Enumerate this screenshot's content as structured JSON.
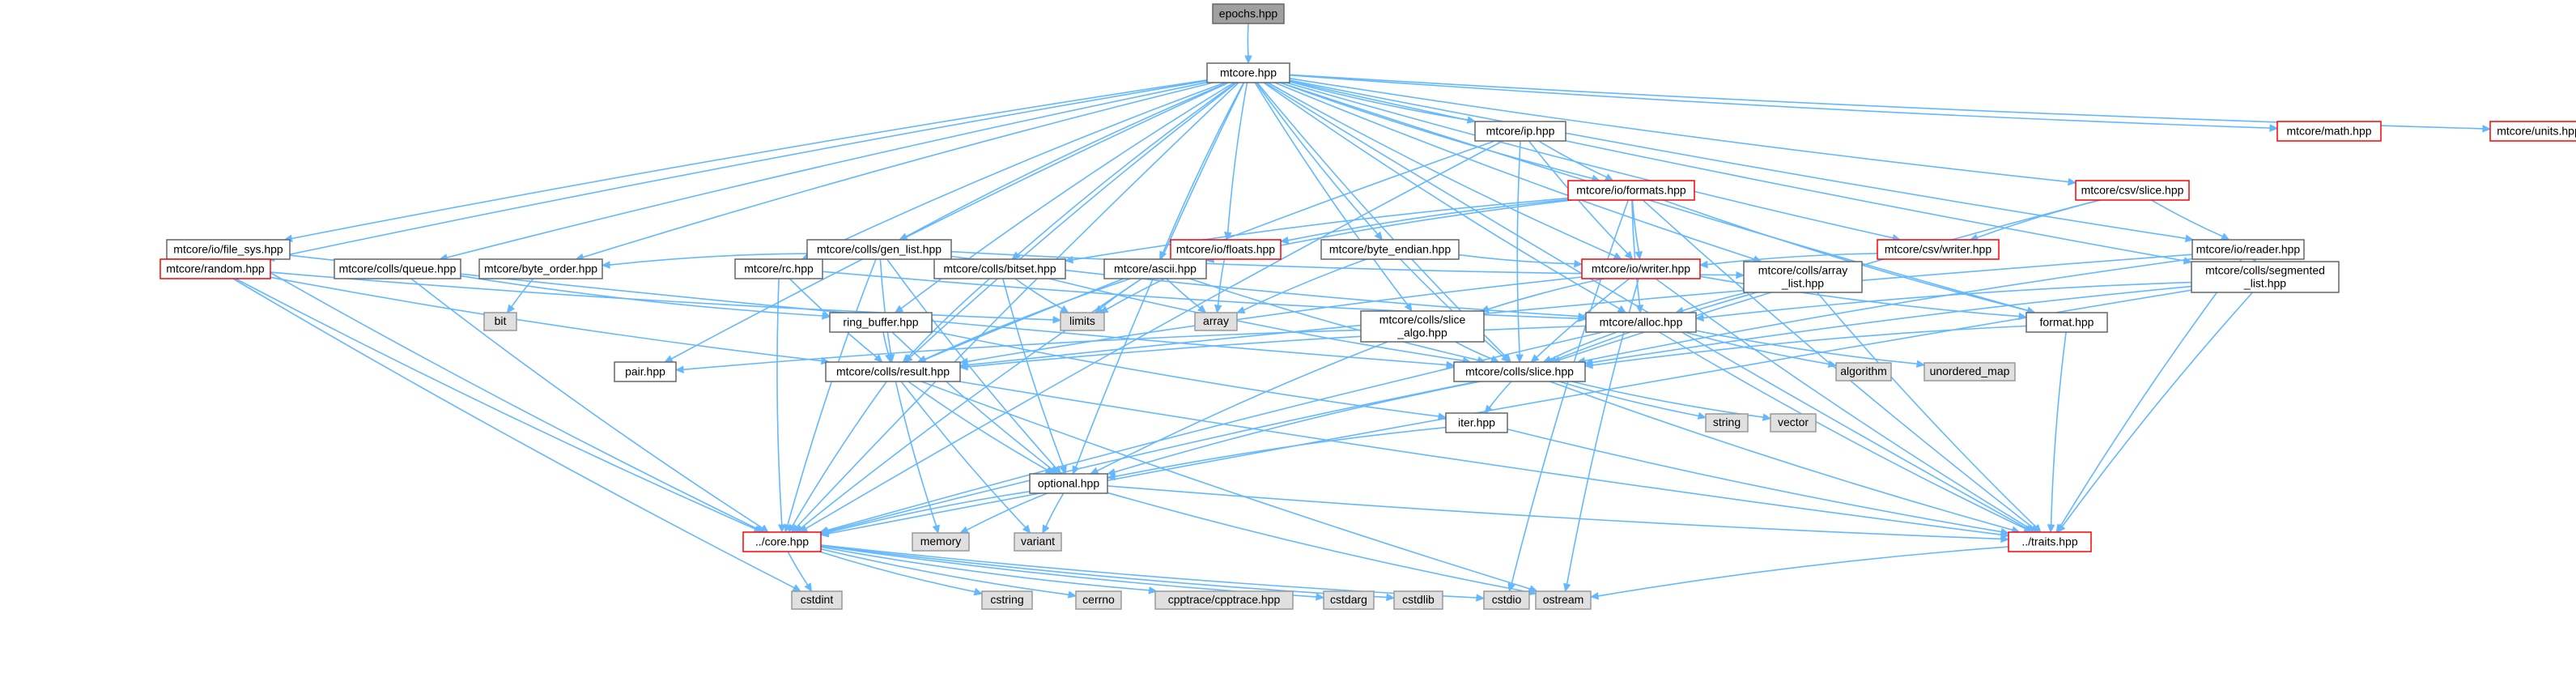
{
  "diagram": {
    "type": "include-dependency-graph",
    "colors": {
      "root_fill": "#a0a0a0",
      "root_stroke": "#666666",
      "file_fill": "#ffffff",
      "file_stroke": "#666666",
      "truncated_stroke": "#ff0000",
      "system_fill": "#e0e0e0",
      "system_stroke": "#999999",
      "edge": "#63b8ff"
    },
    "nodes": [
      {
        "id": "epochs",
        "label": "epochs.hpp",
        "kind": "root"
      },
      {
        "id": "mtcore",
        "label": "mtcore.hpp",
        "kind": "file"
      },
      {
        "id": "ip",
        "label": "mtcore/ip.hpp",
        "kind": "file"
      },
      {
        "id": "math",
        "label": "mtcore/math.hpp",
        "kind": "truncated"
      },
      {
        "id": "units",
        "label": "mtcore/units.hpp",
        "kind": "truncated"
      },
      {
        "id": "formats",
        "label": "mtcore/io/formats.hpp",
        "kind": "truncated"
      },
      {
        "id": "csvslice",
        "label": "mtcore/csv/slice.hpp",
        "kind": "truncated"
      },
      {
        "id": "filesys",
        "label": "mtcore/io/file_sys.hpp",
        "kind": "file"
      },
      {
        "id": "genlist",
        "label": "mtcore/colls/gen_list.hpp",
        "kind": "file"
      },
      {
        "id": "floats",
        "label": "mtcore/io/floats.hpp",
        "kind": "truncated"
      },
      {
        "id": "byteendian",
        "label": "mtcore/byte_endian.hpp",
        "kind": "file"
      },
      {
        "id": "csvwriter",
        "label": "mtcore/csv/writer.hpp",
        "kind": "truncated"
      },
      {
        "id": "reader",
        "label": "mtcore/io/reader.hpp",
        "kind": "file"
      },
      {
        "id": "random",
        "label": "mtcore/random.hpp",
        "kind": "truncated"
      },
      {
        "id": "queue",
        "label": "mtcore/colls/queue.hpp",
        "kind": "file"
      },
      {
        "id": "byteorder",
        "label": "mtcore/byte_order.hpp",
        "kind": "file"
      },
      {
        "id": "rc",
        "label": "mtcore/rc.hpp",
        "kind": "file"
      },
      {
        "id": "bitset",
        "label": "mtcore/colls/bitset.hpp",
        "kind": "file"
      },
      {
        "id": "ascii",
        "label": "mtcore/ascii.hpp",
        "kind": "file"
      },
      {
        "id": "iowriter",
        "label": "mtcore/io/writer.hpp",
        "kind": "truncated"
      },
      {
        "id": "array",
        "label": [
          "mtcore/colls/array",
          "_list.hpp"
        ],
        "kind": "file"
      },
      {
        "id": "segmented",
        "label": [
          "mtcore/colls/segmented",
          "_list.hpp"
        ],
        "kind": "file"
      },
      {
        "id": "bit",
        "label": "bit",
        "kind": "system"
      },
      {
        "id": "limits",
        "label": "limits",
        "kind": "system"
      },
      {
        "id": "arraystd",
        "label": "array",
        "kind": "system"
      },
      {
        "id": "ringbuffer",
        "label": "ring_buffer.hpp",
        "kind": "file"
      },
      {
        "id": "slicealgo",
        "label": [
          "mtcore/colls/slice",
          "_algo.hpp"
        ],
        "kind": "file"
      },
      {
        "id": "alloc",
        "label": "mtcore/alloc.hpp",
        "kind": "file"
      },
      {
        "id": "format",
        "label": "format.hpp",
        "kind": "file"
      },
      {
        "id": "pair",
        "label": "pair.hpp",
        "kind": "file"
      },
      {
        "id": "result",
        "label": "mtcore/colls/result.hpp",
        "kind": "file"
      },
      {
        "id": "slice",
        "label": "mtcore/colls/slice.hpp",
        "kind": "file"
      },
      {
        "id": "algorithm",
        "label": "algorithm",
        "kind": "system"
      },
      {
        "id": "unorderedmap",
        "label": "unordered_map",
        "kind": "system"
      },
      {
        "id": "string",
        "label": "string",
        "kind": "system"
      },
      {
        "id": "vector",
        "label": "vector",
        "kind": "system"
      },
      {
        "id": "iter",
        "label": "iter.hpp",
        "kind": "file"
      },
      {
        "id": "optional",
        "label": "optional.hpp",
        "kind": "file"
      },
      {
        "id": "core",
        "label": "../core.hpp",
        "kind": "truncated"
      },
      {
        "id": "memory",
        "label": "memory",
        "kind": "system"
      },
      {
        "id": "variant",
        "label": "variant",
        "kind": "system"
      },
      {
        "id": "traits",
        "label": "../traits.hpp",
        "kind": "truncated"
      },
      {
        "id": "cstdint",
        "label": "cstdint",
        "kind": "system"
      },
      {
        "id": "cstring",
        "label": "cstring",
        "kind": "system"
      },
      {
        "id": "cerrno",
        "label": "cerrno",
        "kind": "system"
      },
      {
        "id": "cpptrace",
        "label": "cpptrace/cpptrace.hpp",
        "kind": "system"
      },
      {
        "id": "cstdarg",
        "label": "cstdarg",
        "kind": "system"
      },
      {
        "id": "cstdlib",
        "label": "cstdlib",
        "kind": "system"
      },
      {
        "id": "cstdio",
        "label": "cstdio",
        "kind": "system"
      },
      {
        "id": "ostream",
        "label": "ostream",
        "kind": "system"
      }
    ],
    "edges": [
      [
        "epochs",
        "mtcore"
      ],
      [
        "mtcore",
        "ip"
      ],
      [
        "mtcore",
        "math"
      ],
      [
        "mtcore",
        "units"
      ],
      [
        "mtcore",
        "formats"
      ],
      [
        "mtcore",
        "csvslice"
      ],
      [
        "mtcore",
        "filesys"
      ],
      [
        "mtcore",
        "genlist"
      ],
      [
        "mtcore",
        "floats"
      ],
      [
        "mtcore",
        "byteendian"
      ],
      [
        "mtcore",
        "csvwriter"
      ],
      [
        "mtcore",
        "reader"
      ],
      [
        "mtcore",
        "random"
      ],
      [
        "mtcore",
        "queue"
      ],
      [
        "mtcore",
        "byteorder"
      ],
      [
        "mtcore",
        "rc"
      ],
      [
        "mtcore",
        "bitset"
      ],
      [
        "mtcore",
        "ascii"
      ],
      [
        "mtcore",
        "iowriter"
      ],
      [
        "mtcore",
        "array"
      ],
      [
        "mtcore",
        "segmented"
      ],
      [
        "mtcore",
        "ringbuffer"
      ],
      [
        "mtcore",
        "slicealgo"
      ],
      [
        "mtcore",
        "alloc"
      ],
      [
        "mtcore",
        "format"
      ],
      [
        "mtcore",
        "pair"
      ],
      [
        "mtcore",
        "result"
      ],
      [
        "mtcore",
        "slice"
      ],
      [
        "mtcore",
        "optional"
      ],
      [
        "mtcore",
        "core"
      ],
      [
        "mtcore",
        "traits"
      ],
      [
        "ip",
        "formats"
      ],
      [
        "ip",
        "iowriter"
      ],
      [
        "ip",
        "slice"
      ],
      [
        "ip",
        "result"
      ],
      [
        "ip",
        "core"
      ],
      [
        "formats",
        "floats"
      ],
      [
        "formats",
        "iowriter"
      ],
      [
        "formats",
        "bitset"
      ],
      [
        "formats",
        "ascii"
      ],
      [
        "formats",
        "format"
      ],
      [
        "formats",
        "alloc"
      ],
      [
        "formats",
        "traits"
      ],
      [
        "formats",
        "cstdio"
      ],
      [
        "csvslice",
        "csvwriter"
      ],
      [
        "csvslice",
        "reader"
      ],
      [
        "csvslice",
        "slice"
      ],
      [
        "csvwriter",
        "iowriter"
      ],
      [
        "filesys",
        "random"
      ],
      [
        "filesys",
        "core"
      ],
      [
        "filesys",
        "slice"
      ],
      [
        "genlist",
        "byteorder"
      ],
      [
        "genlist",
        "bitset"
      ],
      [
        "genlist",
        "alloc"
      ],
      [
        "genlist",
        "result"
      ],
      [
        "genlist",
        "optional"
      ],
      [
        "genlist",
        "core"
      ],
      [
        "genlist",
        "array"
      ],
      [
        "floats",
        "arraystd"
      ],
      [
        "floats",
        "limits"
      ],
      [
        "byteendian",
        "iowriter"
      ],
      [
        "byteendian",
        "arraystd"
      ],
      [
        "byteendian",
        "slice"
      ],
      [
        "reader",
        "segmented"
      ],
      [
        "reader",
        "slice"
      ],
      [
        "reader",
        "result"
      ],
      [
        "reader",
        "traits"
      ],
      [
        "random",
        "cstdint"
      ],
      [
        "random",
        "limits"
      ],
      [
        "random",
        "core"
      ],
      [
        "random",
        "result"
      ],
      [
        "queue",
        "core"
      ],
      [
        "queue",
        "ringbuffer"
      ],
      [
        "byteorder",
        "bit"
      ],
      [
        "rc",
        "alloc"
      ],
      [
        "rc",
        "result"
      ],
      [
        "rc",
        "core"
      ],
      [
        "bitset",
        "limits"
      ],
      [
        "bitset",
        "result"
      ],
      [
        "bitset",
        "slice"
      ],
      [
        "bitset",
        "optional"
      ],
      [
        "ascii",
        "limits"
      ],
      [
        "ascii",
        "arraystd"
      ],
      [
        "ascii",
        "result"
      ],
      [
        "ascii",
        "slice"
      ],
      [
        "ascii",
        "core"
      ],
      [
        "iowriter",
        "slicealgo"
      ],
      [
        "iowriter",
        "format"
      ],
      [
        "iowriter",
        "slice"
      ],
      [
        "iowriter",
        "result"
      ],
      [
        "iowriter",
        "traits"
      ],
      [
        "iowriter",
        "ostream"
      ],
      [
        "array",
        "alloc"
      ],
      [
        "array",
        "slice"
      ],
      [
        "array",
        "traits"
      ],
      [
        "segmented",
        "alloc"
      ],
      [
        "segmented",
        "slice"
      ],
      [
        "segmented",
        "traits"
      ],
      [
        "segmented",
        "core"
      ],
      [
        "ringbuffer",
        "result"
      ],
      [
        "ringbuffer",
        "optional"
      ],
      [
        "ringbuffer",
        "iter"
      ],
      [
        "slicealgo",
        "slice"
      ],
      [
        "slicealgo",
        "pair"
      ],
      [
        "slicealgo",
        "optional"
      ],
      [
        "alloc",
        "result"
      ],
      [
        "alloc",
        "slice"
      ],
      [
        "alloc",
        "algorithm"
      ],
      [
        "alloc",
        "unorderedmap"
      ],
      [
        "alloc",
        "traits"
      ],
      [
        "alloc",
        "core"
      ],
      [
        "format",
        "slice"
      ],
      [
        "format",
        "traits"
      ],
      [
        "result",
        "optional"
      ],
      [
        "result",
        "core"
      ],
      [
        "result",
        "memory"
      ],
      [
        "result",
        "variant"
      ],
      [
        "result",
        "ostream"
      ],
      [
        "result",
        "traits"
      ],
      [
        "slice",
        "iter"
      ],
      [
        "slice",
        "optional"
      ],
      [
        "slice",
        "string"
      ],
      [
        "slice",
        "vector"
      ],
      [
        "slice",
        "traits"
      ],
      [
        "slice",
        "core"
      ],
      [
        "iter",
        "optional"
      ],
      [
        "iter",
        "traits"
      ],
      [
        "optional",
        "core"
      ],
      [
        "optional",
        "memory"
      ],
      [
        "optional",
        "variant"
      ],
      [
        "optional",
        "ostream"
      ],
      [
        "optional",
        "traits"
      ],
      [
        "core",
        "cstdint"
      ],
      [
        "core",
        "cstring"
      ],
      [
        "core",
        "cerrno"
      ],
      [
        "core",
        "cpptrace"
      ],
      [
        "core",
        "cstdarg"
      ],
      [
        "core",
        "cstdlib"
      ],
      [
        "core",
        "cstdio"
      ],
      [
        "traits",
        "ostream"
      ]
    ]
  }
}
